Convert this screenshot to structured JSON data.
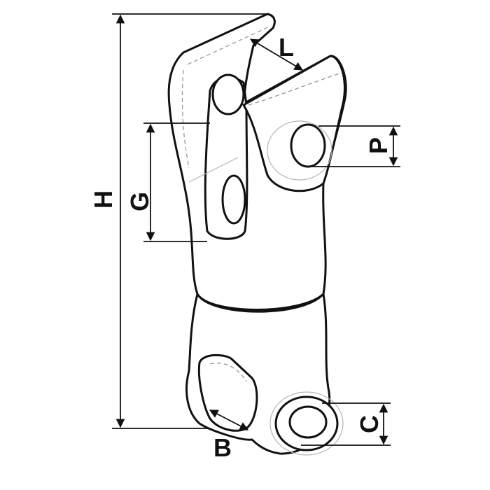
{
  "labels": {
    "H": "H",
    "G": "G",
    "L": "L",
    "P": "P",
    "B": "B",
    "C": "C"
  },
  "colors": {
    "line": "#111111",
    "hidden": "#9a9a9a",
    "background": "#ffffff"
  }
}
